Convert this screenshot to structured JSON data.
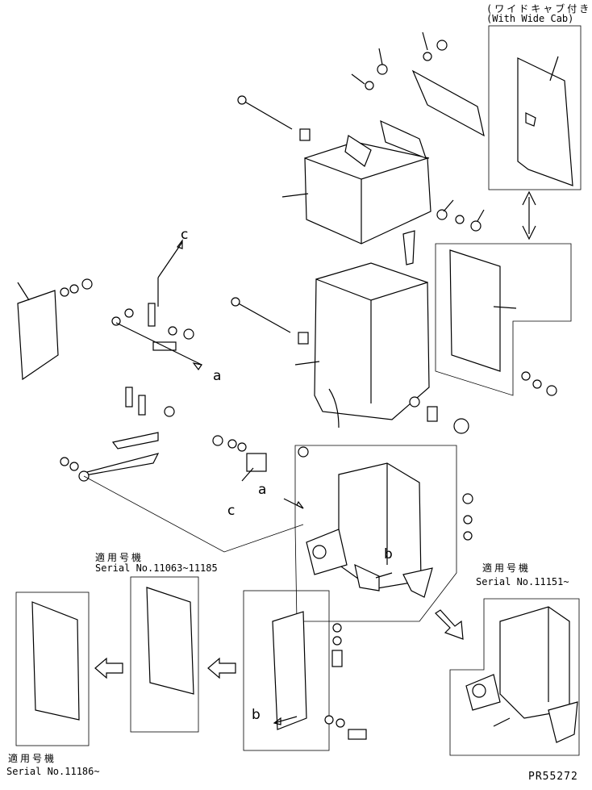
{
  "wide_cab_note": {
    "japanese": "(ワイドキャブ付き)",
    "english": "(With Wide Cab)"
  },
  "serial_notes": [
    {
      "id": "serial-note-11063",
      "label": "適用号機",
      "range": "Serial No.11063~11185"
    },
    {
      "id": "serial-note-11151",
      "label": "適用号機",
      "range": "Serial No.11151~"
    },
    {
      "id": "serial-note-11186",
      "label": "適用号機",
      "range": "Serial No.11186~"
    }
  ],
  "callout_letters": {
    "c_top": "c",
    "a_right": "a",
    "c_bottom": "c",
    "a_center": "a",
    "b_center": "b",
    "b_bottom": "b"
  },
  "drawing_code": "PR55272"
}
